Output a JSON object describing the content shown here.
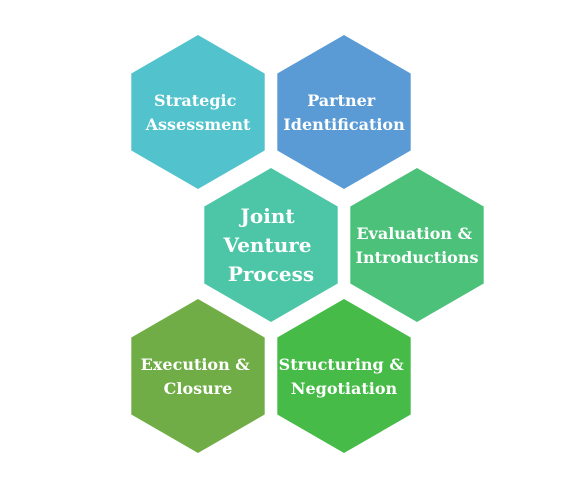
{
  "diagram": {
    "hexagons": [
      {
        "id": "strategic",
        "lines": [
          "Strategic",
          "Assessment"
        ],
        "color": "#52c3cc"
      },
      {
        "id": "partner",
        "lines": [
          "Partner",
          "Identification"
        ],
        "color": "#5b9bd5"
      },
      {
        "id": "center",
        "lines": [
          "Joint",
          "Venture",
          "Process"
        ],
        "color": "#4cc6a6"
      },
      {
        "id": "evaluation",
        "lines": [
          "Evaluation &",
          "Introductions"
        ],
        "color": "#4cc17a"
      },
      {
        "id": "execution",
        "lines": [
          "Execution &",
          "Closure"
        ],
        "color": "#70ad47"
      },
      {
        "id": "structuring",
        "lines": [
          "Structuring &",
          "Negotiation"
        ],
        "color": "#47bb48"
      }
    ]
  }
}
